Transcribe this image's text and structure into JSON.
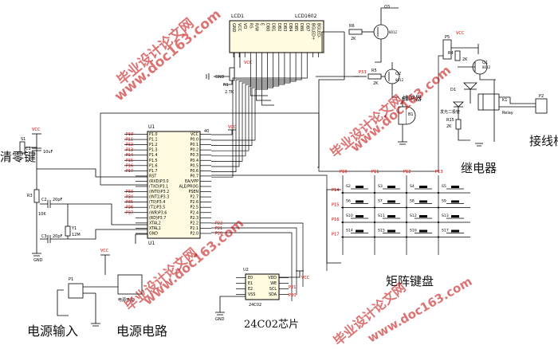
{
  "labels": {
    "clear_key": "清零键",
    "relay": "继电器",
    "terminal": "接线柱",
    "matrix_keypad": "矩阵键盘",
    "power_input": "电源输入",
    "power_circuit": "电源电路",
    "eeprom_chip": "24C02芯片"
  },
  "watermark": {
    "text_cn": "毕业设计论文网",
    "text_url": "www.doc163.com"
  },
  "lcd": {
    "ref": "LCD1",
    "model": "LCD1602",
    "pins": [
      "GND",
      "VCC",
      "VO",
      "RS",
      "R/W",
      "E",
      "DB0",
      "DB1",
      "DB2",
      "DB3",
      "DB4",
      "DB5",
      "DB6",
      "DB7",
      "BGLED+",
      "BGLED-"
    ]
  },
  "mcu": {
    "ref": "U1",
    "left_pins": [
      "P1.0",
      "P1.1",
      "P1.2",
      "P1.3",
      "P1.4",
      "P1.5",
      "P1.6",
      "P1.7",
      "RST",
      "(RXD)P3.0",
      "(TXD)P3.1",
      "(INT0)P3.2",
      "(INT1)P3.3",
      "(T0)P3.4",
      "(T1)P3.5",
      "(WR)P3.6",
      "(RD)P3.7",
      "XTAL2",
      "XTAL1",
      "GND"
    ],
    "right_pins": [
      "VCC",
      "P0.0",
      "P0.1",
      "P0.2",
      "P0.3",
      "P0.4",
      "P0.5",
      "P0.6",
      "P0.7",
      "EA/VPP",
      "ALE/PROG",
      "PSEN",
      "P2.7",
      "P2.6",
      "P2.5",
      "P2.4",
      "P2.3",
      "P2.2",
      "P2.1",
      "P2.0"
    ],
    "left_nets": [
      "P10",
      "P11",
      "P12",
      "P13",
      "P14",
      "P15",
      "P16",
      "P17",
      "",
      "",
      "",
      "P33",
      "P34",
      "P35",
      "P36",
      "P37",
      "",
      "",
      "",
      ""
    ],
    "right_nets": [
      "VCC",
      "",
      "",
      "",
      "",
      "",
      "",
      "",
      "",
      "",
      "",
      "",
      "",
      "",
      "",
      "",
      "",
      "P22",
      "P21",
      "P20"
    ],
    "pin40": "40"
  },
  "components": {
    "r1": "R1",
    "r1_val": "2.7K",
    "r6": "R6",
    "r6_val": "2K",
    "r5": "R5",
    "r5_val": "2K",
    "q3": "Q3",
    "q3_model": "8012",
    "q2": "Q2",
    "q2_model": "8012",
    "buzzer": "蜂鸣器",
    "b1": "B1",
    "p33": "P33",
    "c1": "C1",
    "c1_val": "10uF",
    "s1": "S1",
    "r3": "R3",
    "r3_val": "10K",
    "c2": "C2",
    "c2_val": "20pF",
    "c3": "C3",
    "c3_val": "20pF",
    "y1": "Y1",
    "y1_val": "12M",
    "vcc": "VCC",
    "gnd": "GND",
    "p5": "P5",
    "r4": "R4",
    "r4_val": "2K",
    "q1": "Q1",
    "q1_model": "8012",
    "d1": "D1",
    "d1_label": "发光二极管",
    "r15": "R15",
    "r15_val": "2K",
    "k1": "K1",
    "k1_model": "Relay",
    "p2": "P2",
    "p1": "P1",
    "sw": "电源开关",
    "u2": "U2",
    "u2_pins_l": [
      "E0",
      "E1",
      "E2",
      "VSS"
    ],
    "u2_pins_r": [
      "VDD",
      "WE",
      "SCL",
      "SDA"
    ],
    "u2_model": "24C02",
    "p21": "P21",
    "p20": "P20"
  },
  "keypad": {
    "rows": [
      "P14",
      "P15",
      "P16",
      "P17"
    ],
    "cols": [
      "P10",
      "P11",
      "P12",
      "P13"
    ],
    "keys": [
      "S2",
      "S3",
      "S4",
      "S5",
      "S6",
      "S7",
      "S8",
      "S9",
      "S10",
      "S11",
      "S12",
      "S13",
      "S14",
      "S15",
      "S16",
      "S17"
    ]
  }
}
